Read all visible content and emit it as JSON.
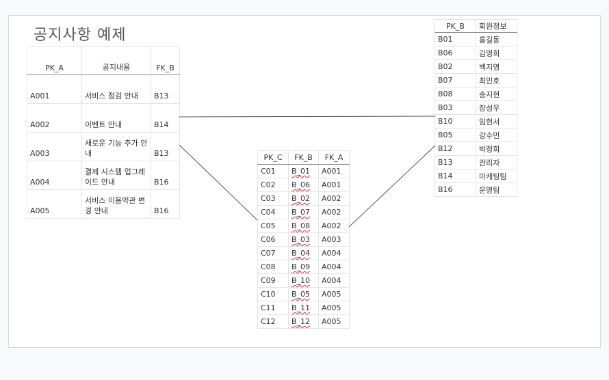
{
  "title": "공지사항 예제",
  "notice_table": {
    "headers": [
      "PK_A",
      "공지내용",
      "FK_B"
    ],
    "rows": [
      [
        "A001",
        "서비스 점검 안내",
        "B13"
      ],
      [
        "A002",
        "이벤트 안내",
        "B14"
      ],
      [
        "A003",
        "새로운 기능 추가 안내",
        "B13"
      ],
      [
        "A004",
        "결제 시스템 업그레이드 안내",
        "B16"
      ],
      [
        "A005",
        "서비스 이용약관 변경 안내",
        "B16"
      ]
    ]
  },
  "mapping_table": {
    "headers": [
      "PK_C",
      "FK_B",
      "FK_A"
    ],
    "rows": [
      [
        "C01",
        "B_01",
        "A001"
      ],
      [
        "C02",
        "B_06",
        "A001"
      ],
      [
        "C03",
        "B_02",
        "A002"
      ],
      [
        "C04",
        "B_07",
        "A002"
      ],
      [
        "C05",
        "B_08",
        "A002"
      ],
      [
        "C06",
        "B_03",
        "A003"
      ],
      [
        "C07",
        "B_04",
        "A004"
      ],
      [
        "C08",
        "B_09",
        "A004"
      ],
      [
        "C09",
        "B_10",
        "A004"
      ],
      [
        "C10",
        "B_05",
        "A005"
      ],
      [
        "C11",
        "B_11",
        "A005"
      ],
      [
        "C12",
        "B_12",
        "A005"
      ]
    ]
  },
  "member_table": {
    "headers": [
      "PK_B",
      "회원정보"
    ],
    "rows": [
      [
        "B01",
        "홍길동"
      ],
      [
        "B06",
        "김영희"
      ],
      [
        "B02",
        "백지영"
      ],
      [
        "B07",
        "최민호"
      ],
      [
        "B08",
        "송지현"
      ],
      [
        "B03",
        "장성우"
      ],
      [
        "B10",
        "임현서"
      ],
      [
        "B05",
        "강수민"
      ],
      [
        "B12",
        "박정희"
      ],
      [
        "B13",
        "관리자"
      ],
      [
        "B14",
        "마케팅팀"
      ],
      [
        "B16",
        "운영팀"
      ]
    ]
  },
  "colors": {
    "connector": "#555555",
    "spellcheck": "#dd3333"
  }
}
